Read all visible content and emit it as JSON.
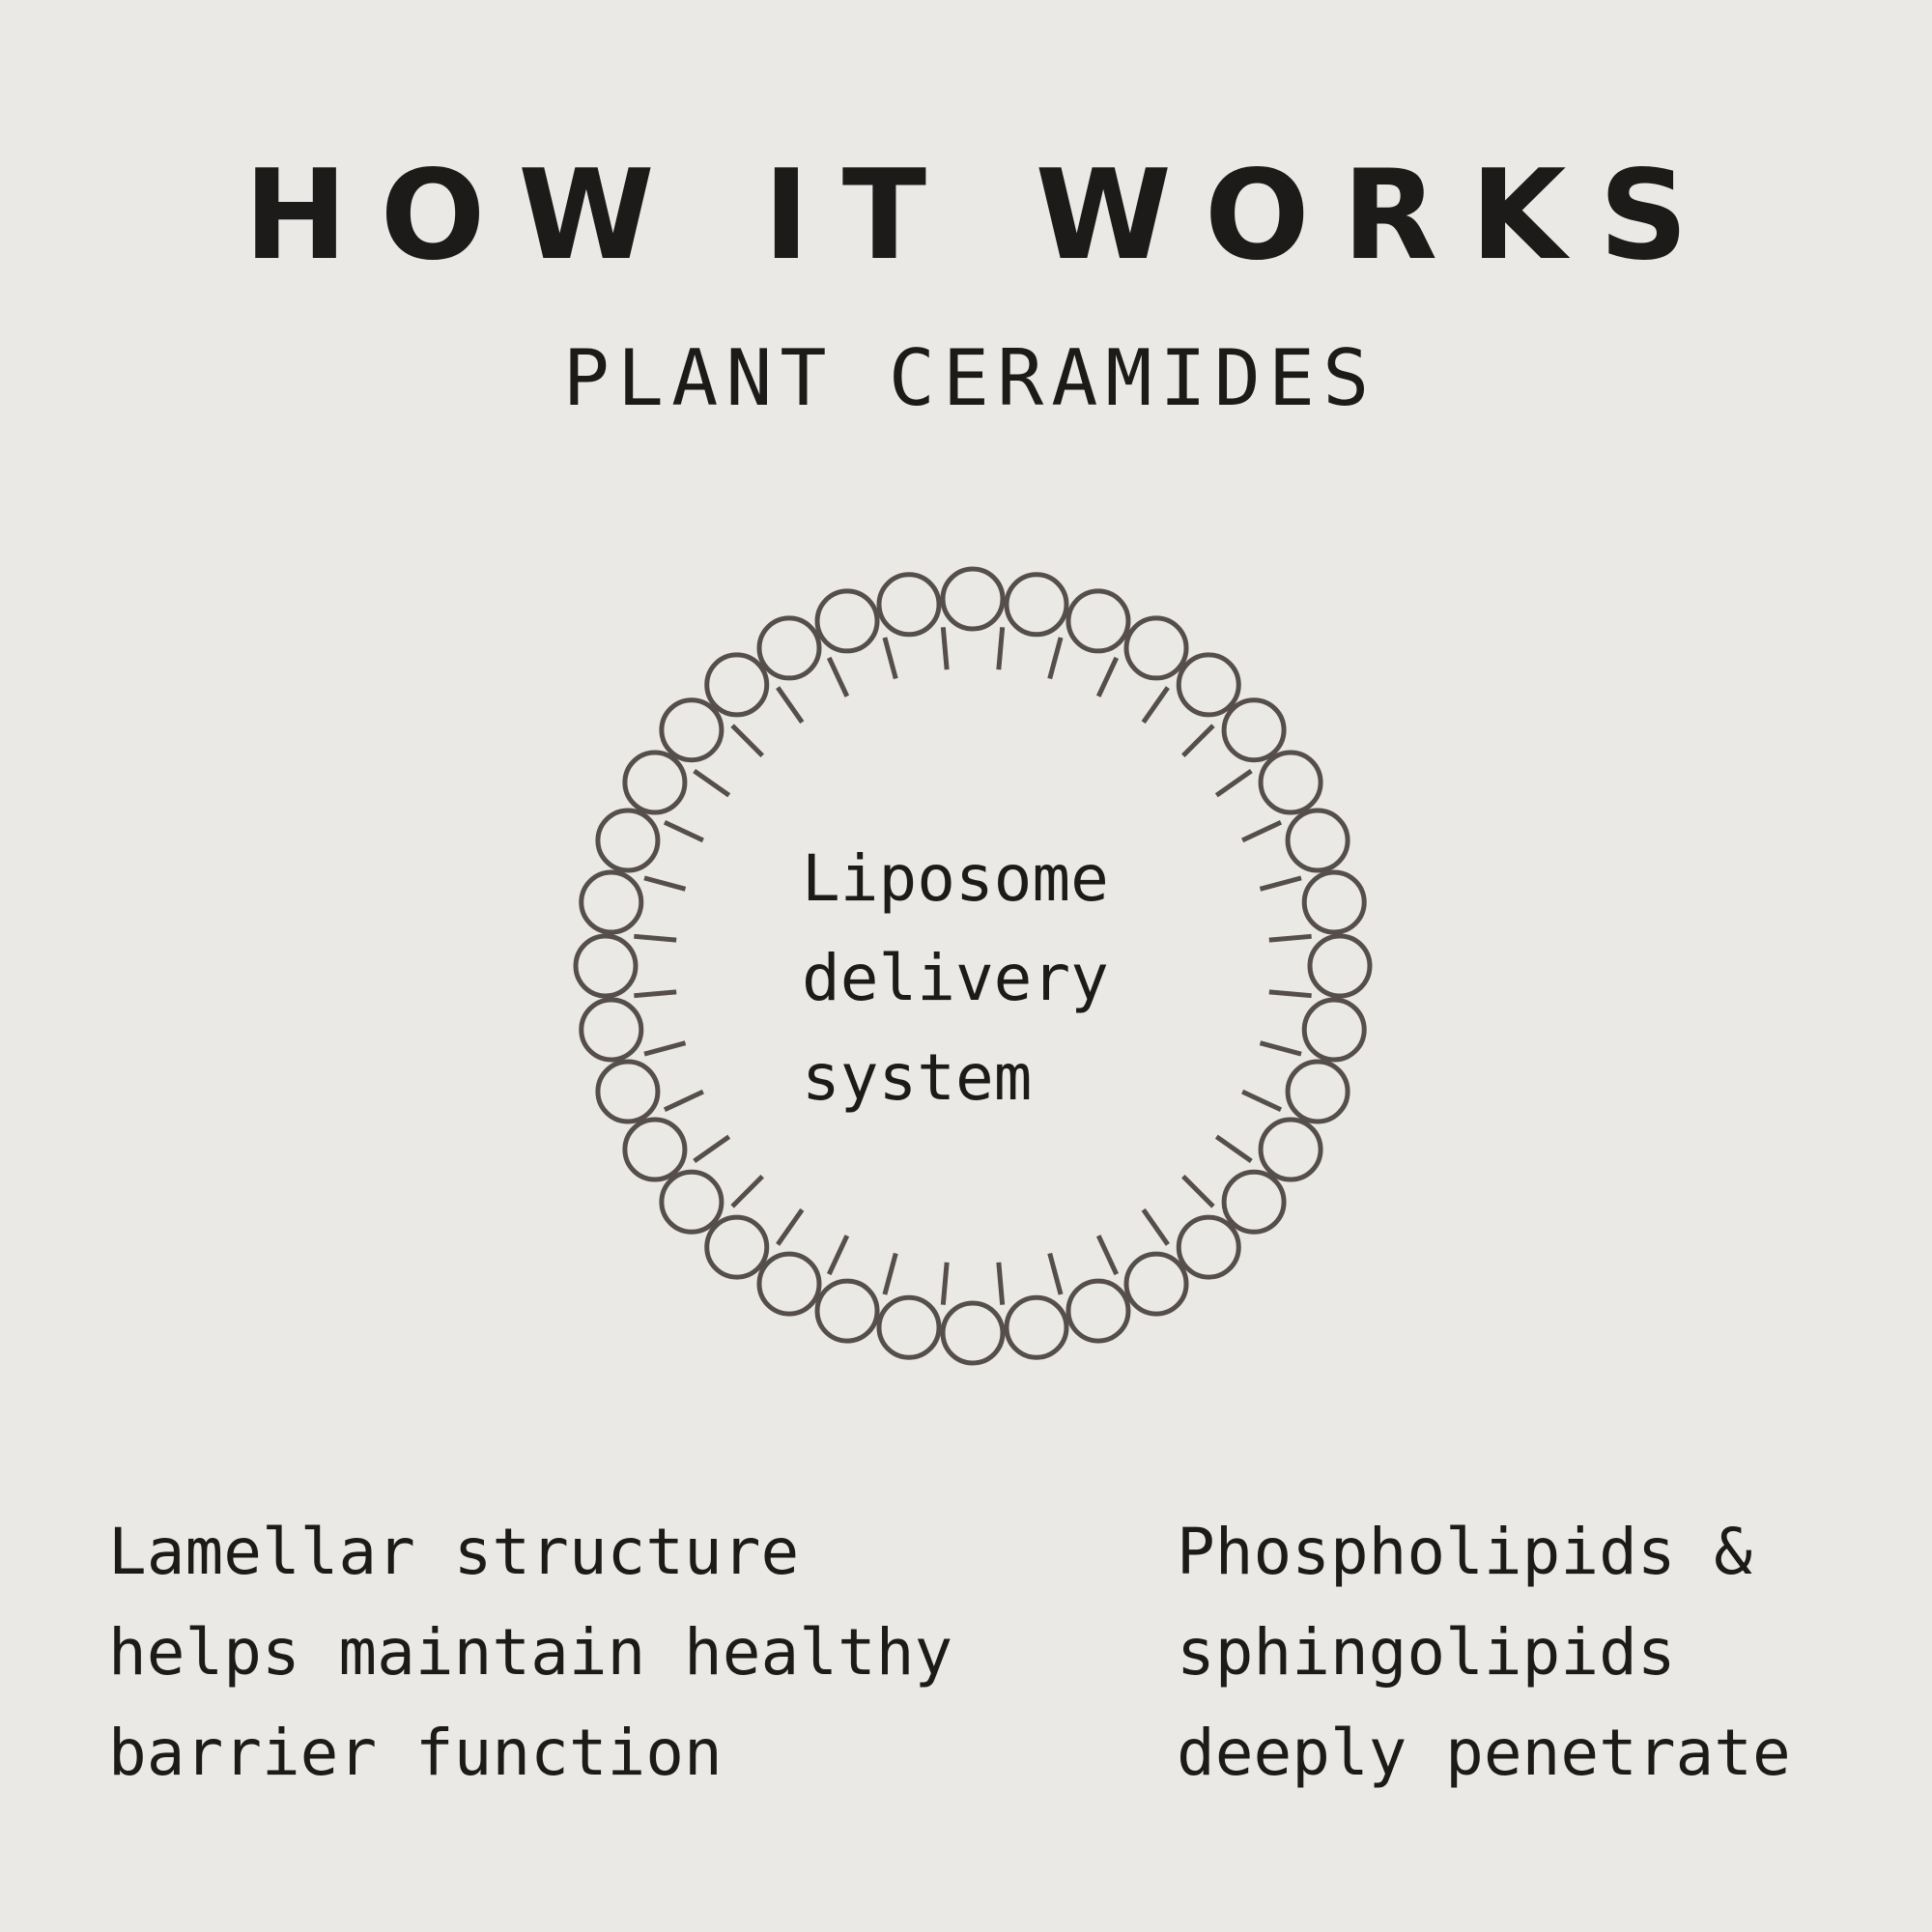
{
  "header": {
    "title": "HOW IT WORKS",
    "subtitle": "PLANT CERAMIDES"
  },
  "diagram": {
    "center_label_lines": [
      "Liposome",
      "delivery",
      "system"
    ],
    "outer_circle_count": 36,
    "inner_tick_count": 36,
    "stroke_color": "#554e4a"
  },
  "notes": {
    "left_lines": [
      "Lamellar structure",
      "helps maintain healthy",
      "barrier function"
    ],
    "right_lines": [
      "Phospholipids &",
      "sphingolipids",
      "deeply penetrate"
    ]
  },
  "colors": {
    "background": "#ebe9e6",
    "text": "#1d1b1a"
  }
}
